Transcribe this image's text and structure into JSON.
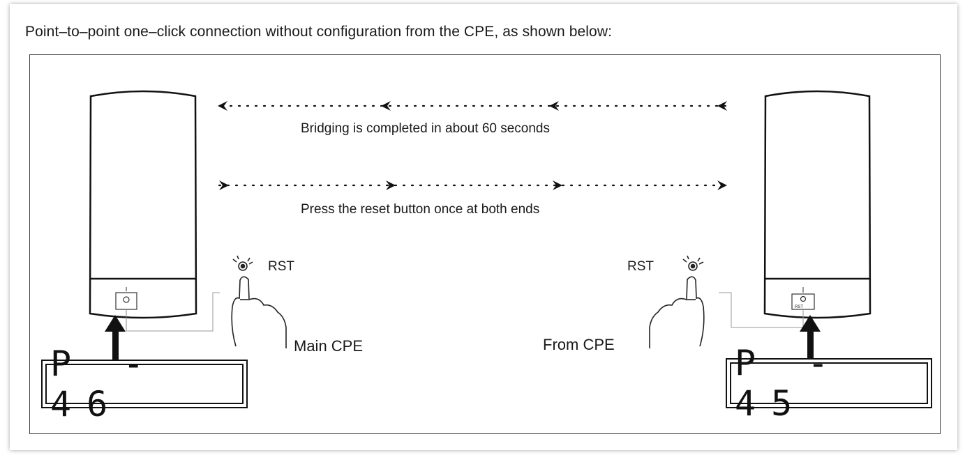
{
  "heading": "Point–to–point one–click connection without configuration from the CPE, as shown below:",
  "flow": {
    "top_caption": "Bridging is completed in about 60 seconds",
    "bottom_caption": "Press the reset button once at both ends"
  },
  "main_cpe": {
    "label": "Main CPE",
    "rst_label": "RST",
    "display": "P - 46"
  },
  "from_cpe": {
    "label": "From CPE",
    "rst_label": "RST",
    "display": "P - 45",
    "port_label": "RST"
  }
}
